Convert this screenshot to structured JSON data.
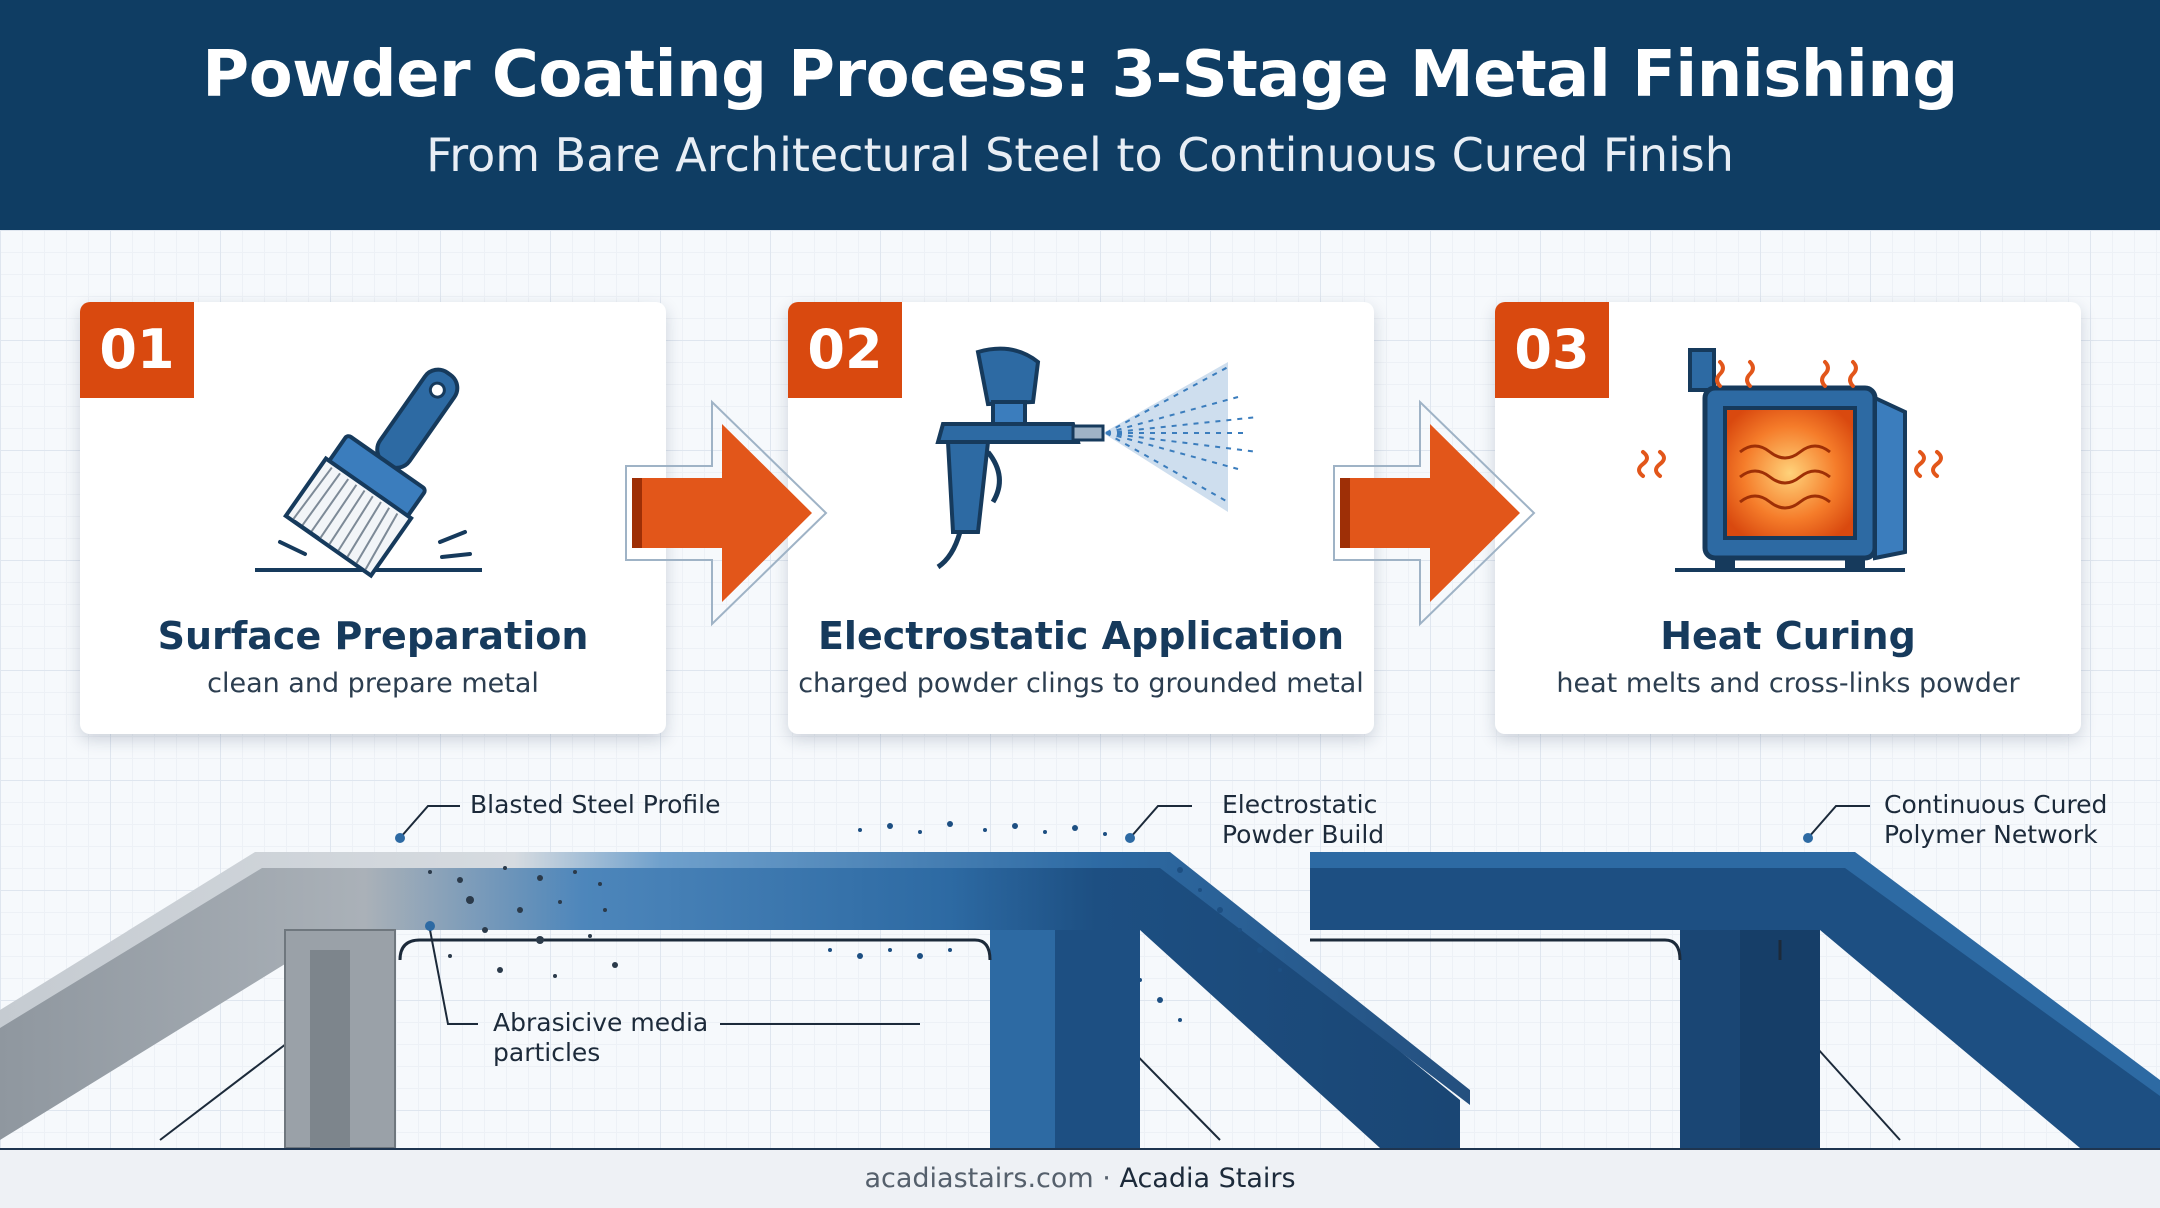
{
  "header": {
    "title": "Powder Coating Process: 3-Stage Metal Finishing",
    "subtitle": "From Bare Architectural Steel to Continuous Cured Finish"
  },
  "stages": [
    {
      "number": "01",
      "title": "Surface Preparation",
      "description": "clean and prepare metal",
      "icon": "paint-brush-icon"
    },
    {
      "number": "02",
      "title": "Electrostatic Application",
      "description": "charged powder clings to grounded metal",
      "icon": "spray-gun-icon"
    },
    {
      "number": "03",
      "title": "Heat Curing",
      "description": "heat melts and cross-links powder",
      "icon": "curing-oven-icon"
    }
  ],
  "callouts": {
    "blasted": "Blasted Steel Profile",
    "abrasive_line1": "Abrasicive media",
    "abrasive_line2": "particles",
    "electro_line1": "Electrostatic",
    "electro_line2": "Powder Build",
    "cured_line1": "Continuous Cured",
    "cured_line2": "Polymer Network"
  },
  "footer": {
    "site": "acadiastairs.com",
    "separator": " · ",
    "brand": "Acadia Stairs"
  },
  "colors": {
    "header_bg": "#0f3d63",
    "accent_orange": "#d9490f",
    "steel_blue": "#2d6aa3",
    "navy": "#163a5c"
  }
}
